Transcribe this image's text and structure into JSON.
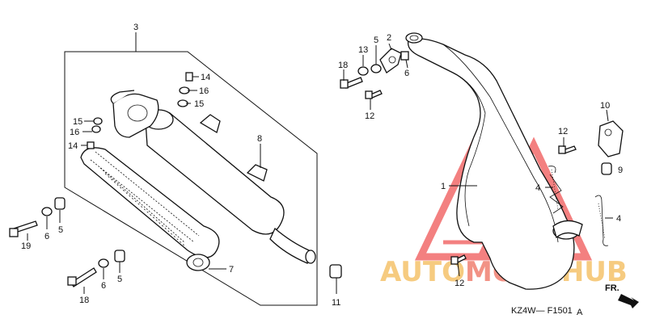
{
  "diagram": {
    "part_labels": {
      "p1": "1",
      "p2": "2",
      "p3": "3",
      "p4a": "4",
      "p4b": "4",
      "p5a": "5",
      "p5b": "5",
      "p5c": "5",
      "p6a": "6",
      "p6b": "6",
      "p6c": "6",
      "p7": "7",
      "p8": "8",
      "p9": "9",
      "p10": "10",
      "p11": "11",
      "p12a": "12",
      "p12b": "12",
      "p12c": "12",
      "p13": "13",
      "p14a": "14",
      "p14b": "14",
      "p15a": "15",
      "p15b": "15",
      "p16a": "16",
      "p16b": "16",
      "p18a": "18",
      "p18b": "18",
      "p19": "19"
    },
    "direction_label": "FR.",
    "diagram_code": "KZ4W— F1501",
    "diagram_code_suffix": "A"
  },
  "watermark": {
    "part1": "AUTO",
    "part2": "MOTO",
    "part3": "HUB",
    "color_auto": "#f5c26b",
    "color_moto": "#f08070",
    "color_hub": "#f5c26b",
    "triangle_color": "#f26b6b"
  }
}
